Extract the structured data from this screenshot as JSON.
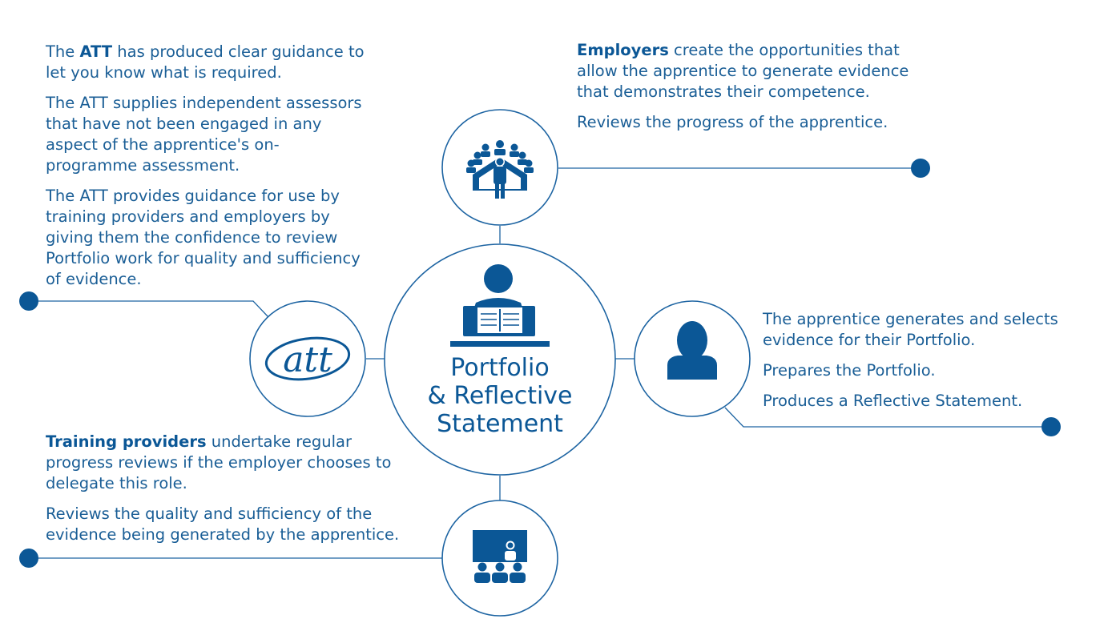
{
  "colors": {
    "primary": "#0b5796",
    "line": "#1d64a2",
    "text": "#1a5e96"
  },
  "center": {
    "line1": "Portfolio",
    "line2": "& Reflective",
    "line3": "Statement",
    "icon": "person-reading-icon"
  },
  "employers_node": {
    "icon": "meeting-presenter-icon",
    "bold": "Employers",
    "text1": " create the opportunities that allow the apprentice to generate evidence that demonstrates their competence.",
    "text2": "Reviews the progress of the apprentice."
  },
  "apprentice_node": {
    "icon": "person-icon",
    "text1": "The apprentice generates and selects evidence for their Portfolio.",
    "text2": "Prepares the Portfolio.",
    "text3": "Produces a Reflective Statement."
  },
  "att_node": {
    "logo_text": "att",
    "intro_pre": "The ",
    "intro_bold": "ATT",
    "intro_post": " has produced clear guidance to let you know what is required.",
    "text2": "The ATT supplies independent assessors that have not been engaged in any aspect of the apprentice's on-programme assessment.",
    "text3": "The ATT provides guidance for use by training providers and employers by giving them the confidence to review Portfolio work for quality and sufficiency of evidence."
  },
  "training_node": {
    "icon": "classroom-icon",
    "bold": "Training providers",
    "text1": " undertake regular progress reviews if the employer chooses to delegate this role.",
    "text2": "Reviews the quality and sufficiency of the evidence being generated by the apprentice."
  }
}
